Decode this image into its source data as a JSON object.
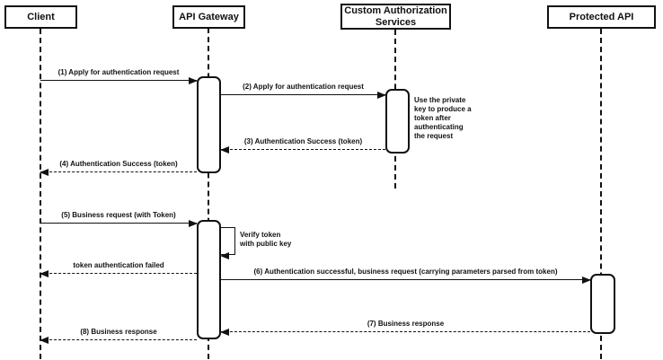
{
  "colors": {
    "line": "#111111",
    "background": "#ffffff"
  },
  "participants": [
    {
      "name": "Client"
    },
    {
      "name": "API Gateway"
    },
    {
      "name": "Custom Authorization Services"
    },
    {
      "name": "Protected API"
    }
  ],
  "messages": [
    {
      "label": "(1) Apply for authentication request",
      "from": "Client",
      "to": "API Gateway",
      "style": "solid"
    },
    {
      "label": "(2) Apply for authentication request",
      "from": "API Gateway",
      "to": "Custom Authorization Services",
      "style": "solid"
    },
    {
      "label": "(3) Authentication Success (token)",
      "from": "Custom Authorization Services",
      "to": "API Gateway",
      "style": "dashed"
    },
    {
      "label": "(4) Authentication Success (token)",
      "from": "API Gateway",
      "to": "Client",
      "style": "dashed"
    },
    {
      "label": "(5) Business request (with Token)",
      "from": "Client",
      "to": "API Gateway",
      "style": "solid"
    },
    {
      "label": "Verify token\nwith public key",
      "from": "API Gateway",
      "to": "API Gateway",
      "style": "self"
    },
    {
      "label": "token authentication failed",
      "from": "API Gateway",
      "to": "Client",
      "style": "dashed"
    },
    {
      "label": "(6) Authentication successful, business request (carrying parameters parsed from token)",
      "from": "API Gateway",
      "to": "Protected API",
      "style": "solid"
    },
    {
      "label": "(7) Business response",
      "from": "Protected API",
      "to": "API Gateway",
      "style": "dashed"
    },
    {
      "label": "(8) Business response",
      "from": "API Gateway",
      "to": "Client",
      "style": "dashed"
    }
  ],
  "notes": [
    {
      "text": "Use the private key to produce a token after authenticating the request"
    }
  ]
}
